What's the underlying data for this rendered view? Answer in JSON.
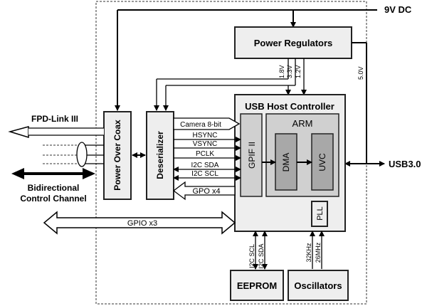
{
  "labels": {
    "power_in": "9V DC",
    "usb_out": "USB3.0",
    "fpd_link": "FPD-Link III",
    "bidir_1": "Bidirectional",
    "bidir_2": "Control Channel",
    "gpio_bus": "GPIO x3"
  },
  "blocks": {
    "power_regulators": "Power Regulators",
    "usb_host_controller": "USB Host Controller",
    "arm": "ARM",
    "gpif": "GPIF II",
    "dma": "DMA",
    "uvc": "UVC",
    "pll": "PLL",
    "power_over_coax": "Power Over Coax",
    "deserializer": "Deserializer",
    "eeprom": "EEPROM",
    "oscillators": "Oscillators"
  },
  "voltages": {
    "v1": "1.8V",
    "v2": "3.3V",
    "v3": "1.2V",
    "v4": "5.0V"
  },
  "signals": {
    "camera": "Camera 8-bit",
    "hsync": "HSYNC",
    "vsync": "VSYNC",
    "pclk": "PCLK",
    "i2c_sda": "I2C SDA",
    "i2c_scl": "I2C SCL",
    "gpo": "GPO x4"
  },
  "eeprom_bus": {
    "scl": "I2C SCL",
    "sda": "I2C SDA"
  },
  "clocks": {
    "c1": "32KHz",
    "c2": "26MHz"
  }
}
